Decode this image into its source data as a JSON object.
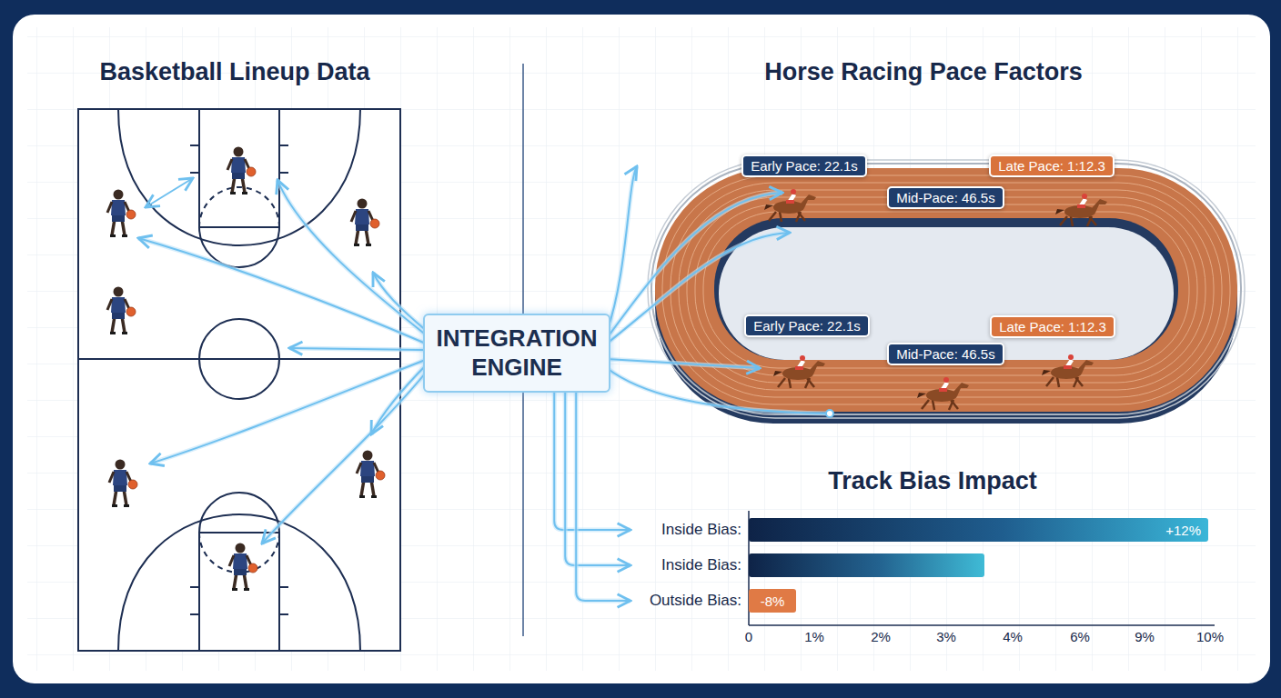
{
  "diagram": {
    "nodes": [
      {
        "text": [
          "INTEGRATION ENGINE"
        ]
      },
      {
        "text": [
          "Early Pace: 22.1s"
        ]
      },
      {
        "text": [
          "Mid-Pace: 46.5s"
        ]
      },
      {
        "text": [
          "Late Pace: 1:12.3"
        ]
      },
      {
        "text": [
          "Early Pace: 22.1s"
        ]
      },
      {
        "text": [
          "Mid-Pace: 46.5s"
        ]
      },
      {
        "text": [
          "Late Pace: 1:12.3"
        ]
      },
      {
        "text": [
          "Inside Bias:",
          "+12%"
        ]
      },
      {
        "text": [
          "Inside Bias:"
        ]
      },
      {
        "text": [
          "Outside Bias:",
          "-8%"
        ]
      }
    ],
    "edges": [
      {
        "from": 0,
        "to": 7,
        "arrow": "to"
      },
      {
        "from": 0,
        "to": 8,
        "arrow": "to"
      },
      {
        "from": 0,
        "to": 9,
        "arrow": "to"
      }
    ],
    "labels": [
      "Basketball Lineup Data",
      "Horse Racing Pace Factors",
      "Track Bias Impact",
      "0",
      "1%",
      "2%",
      "3%",
      "4%",
      "6%",
      "9%",
      "10%"
    ]
  }
}
